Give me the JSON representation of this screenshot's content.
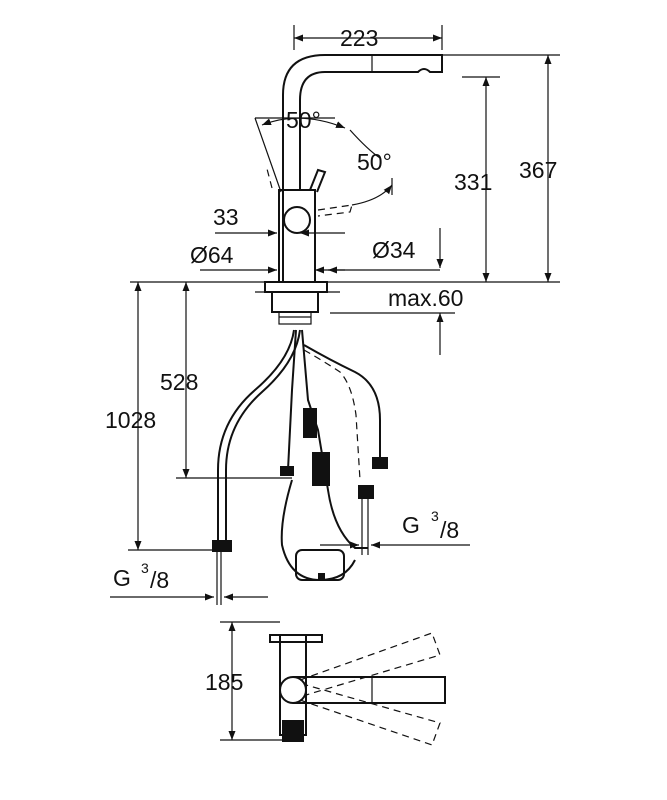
{
  "dimensions": {
    "spout_reach": "223",
    "rotation_angle_1": "50°",
    "rotation_angle_2": "50°",
    "height_331": "331",
    "height_367": "367",
    "lever_offset": "33",
    "base_diameter": "Ø64",
    "hole_diameter": "Ø34",
    "max_deck": "max.60",
    "hose_528": "528",
    "hose_1028": "1028",
    "connection_left": "G",
    "connection_left_sup": "3",
    "connection_left_den": "/8",
    "connection_right": "G",
    "connection_right_sup": "3",
    "connection_right_den": "/8",
    "depth_185": "185"
  }
}
